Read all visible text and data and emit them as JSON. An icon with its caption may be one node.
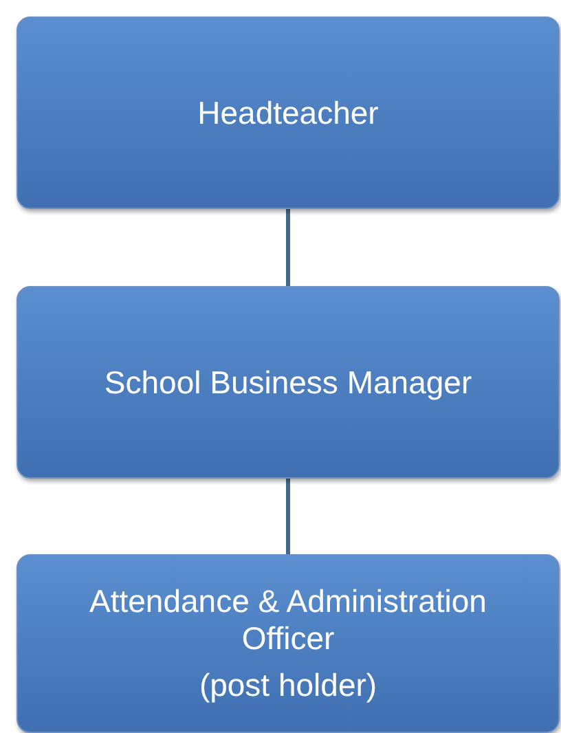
{
  "diagram": {
    "nodes": [
      {
        "text": [
          "Headteacher"
        ]
      },
      {
        "text": [
          "School Business Manager"
        ]
      },
      {
        "text": [
          "Attendance & Administration Officer",
          "(post holder)"
        ]
      }
    ],
    "edges": [
      {
        "from": 0,
        "to": 1,
        "arrow": "none"
      },
      {
        "from": 1,
        "to": 2,
        "arrow": "none"
      }
    ]
  }
}
